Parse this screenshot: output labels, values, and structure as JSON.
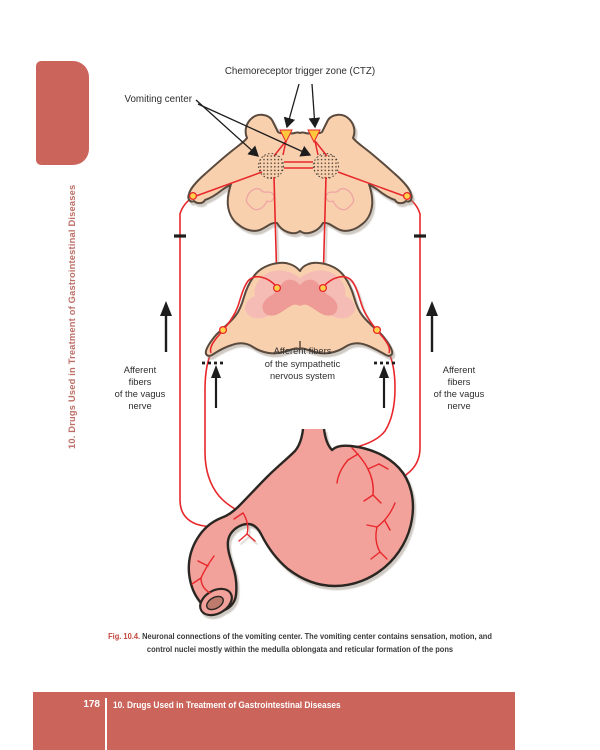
{
  "sidebar": {
    "vertical_text": "10. Drugs Used in Treatment of Gastrointestinal Diseases"
  },
  "diagram": {
    "labels": {
      "ctz": "Chemoreceptor trigger zone (CTZ)",
      "vomiting_center": "Vomiting center",
      "sympathetic": [
        "Afferent fibers",
        "of the sympathetic",
        "nervous system"
      ],
      "vagus_left": [
        "Afferent",
        "fibers",
        "of the vagus",
        "nerve"
      ],
      "vagus_right": [
        "Afferent",
        "fibers",
        "of the vagus",
        "nerve"
      ]
    }
  },
  "caption": {
    "figure_label": "Fig. 10.4.",
    "line1": " Neuronal connections of the vomiting center. The vomiting center contains sensation, motion, and",
    "line2": "control nuclei mostly within the medulla oblongata and reticular formation of the pons"
  },
  "footer": {
    "page_number": "178",
    "chapter_title": "10. Drugs Used in Treatment of Gastrointestinal Diseases"
  },
  "colors": {
    "accent_coral": "#cb655c",
    "sidebar_text": "#bd6e66",
    "pathway_red": "#e8272b",
    "tissue_peach": "#f8d0ae",
    "gray_matter_pink": "#ee9a97",
    "stomach_pink": "#f2a29b",
    "synapse_yellow": "#ffd24a",
    "tissue_outline": "#5a4a3d",
    "stomach_outline": "#2b2622",
    "caption_accent": "#c4473d",
    "footer_text": "#ffffff"
  }
}
